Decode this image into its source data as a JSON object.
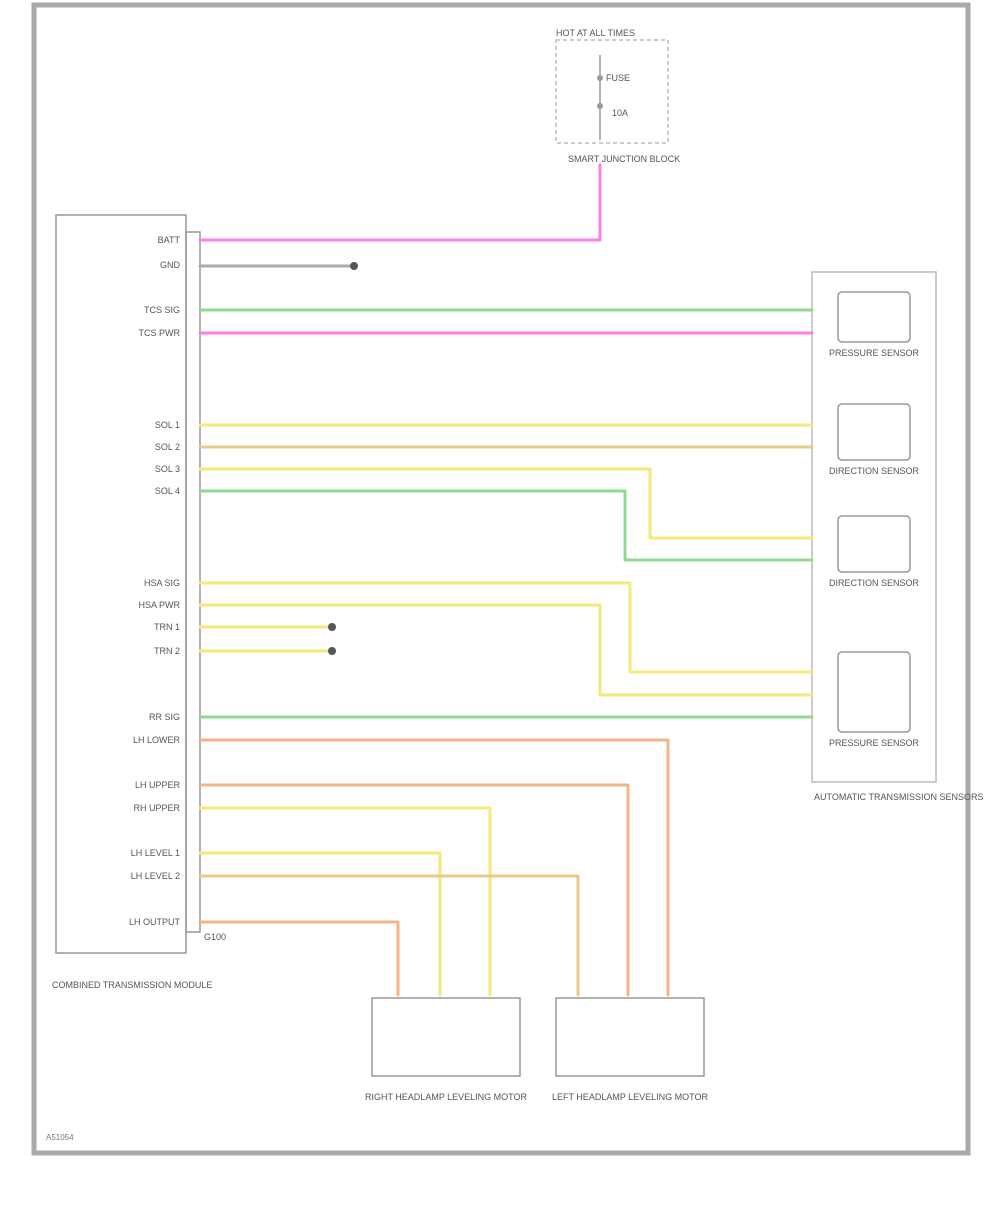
{
  "palette": {
    "pink": "#ff7ee6",
    "green": "#8fd98f",
    "yellow": "#f4e97a",
    "tan": "#e8c98c",
    "orange": "#f4b48a",
    "frame": "#999999"
  },
  "labels": {
    "fuse_box": "HOT AT ALL TIMES",
    "fuse_name": "FUSE",
    "fuse_rating": "10A",
    "fuse_caption": "SMART JUNCTION BLOCK",
    "left_module": "COMBINED TRANSMISSION MODULE",
    "right_module_group": "AUTOMATIC TRANSMISSION SENSORS",
    "bottom_left_device": "RIGHT HEADLAMP LEVELING MOTOR",
    "bottom_right_device": "LEFT HEADLAMP LEVELING MOTOR",
    "ground": "G100",
    "figure_code": "A51054"
  },
  "left_pins": [
    "BATT",
    "GND",
    "TCS SIG",
    "TCS PWR",
    "SOL 1",
    "SOL 2",
    "SOL 3",
    "SOL 4",
    "HSA SIG",
    "HSA PWR",
    "TRN 1",
    "TRN 2",
    "RR SIG",
    "LH LOWER",
    "LH UPPER",
    "RH UPPER",
    "LH LEVEL 1",
    "LH LEVEL 2",
    "LH OUTPUT"
  ],
  "right_devices": [
    "PRESSURE SENSOR",
    "DIRECTION SENSOR",
    "DIRECTION SENSOR",
    "PRESSURE SENSOR"
  ]
}
